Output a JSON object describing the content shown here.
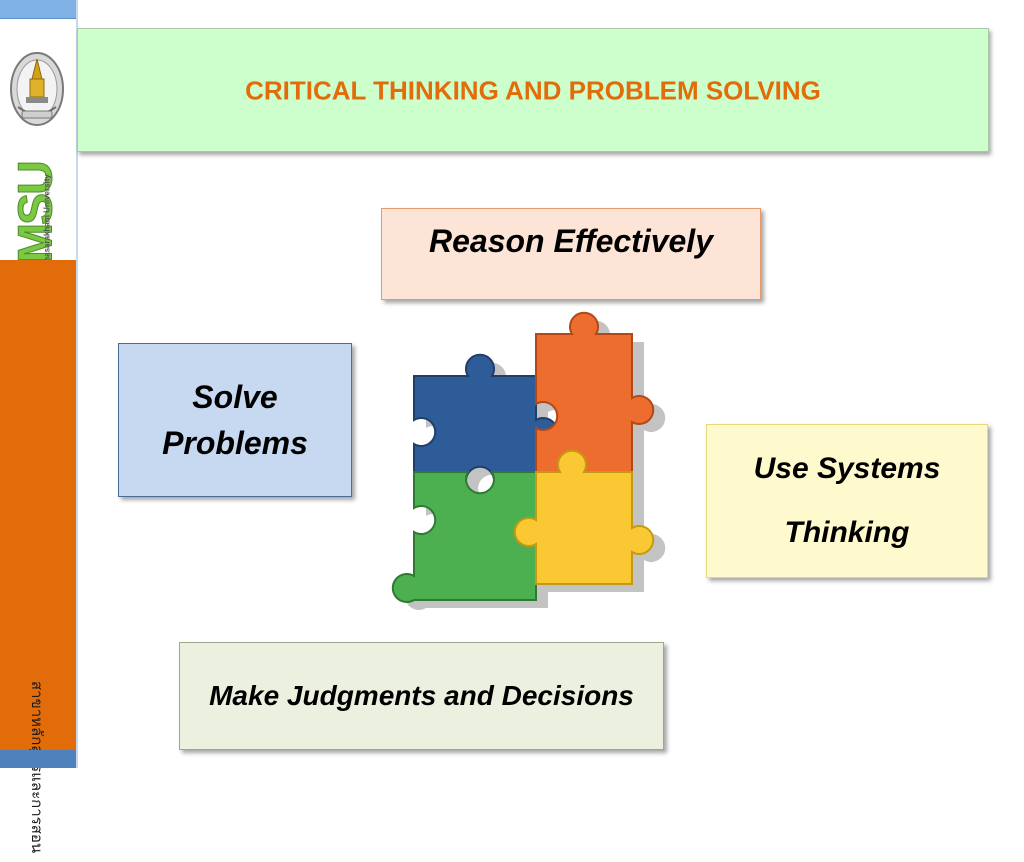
{
  "sidebar": {
    "logo_text": "MSU",
    "university_name": "Mahasarakham University",
    "department_text": "สาขาหลักสูตรและการสอน",
    "colors": {
      "top_band": "#7fb0e6",
      "main_band": "#e36c0a",
      "bottom_band": "#4f81bd"
    }
  },
  "slide": {
    "title": "CRITICAL THINKING AND PROBLEM SOLVING",
    "title_color": "#e36c0a",
    "items": {
      "reason": "Reason Effectively",
      "solve_line1": "Solve",
      "solve_line2": "Problems",
      "systems_line1": "Use Systems",
      "systems_line2": "Thinking",
      "judgments": "Make Judgments and Decisions"
    },
    "puzzle_colors": [
      "#2e5c99",
      "#ed6d2f",
      "#4caf50",
      "#f9c832"
    ],
    "box_colors": {
      "title": "#ccffcc",
      "reason": "#fce4d6",
      "solve": "#c6d9f0",
      "systems": "#fffacd",
      "judgments": "#ebf1de"
    }
  }
}
